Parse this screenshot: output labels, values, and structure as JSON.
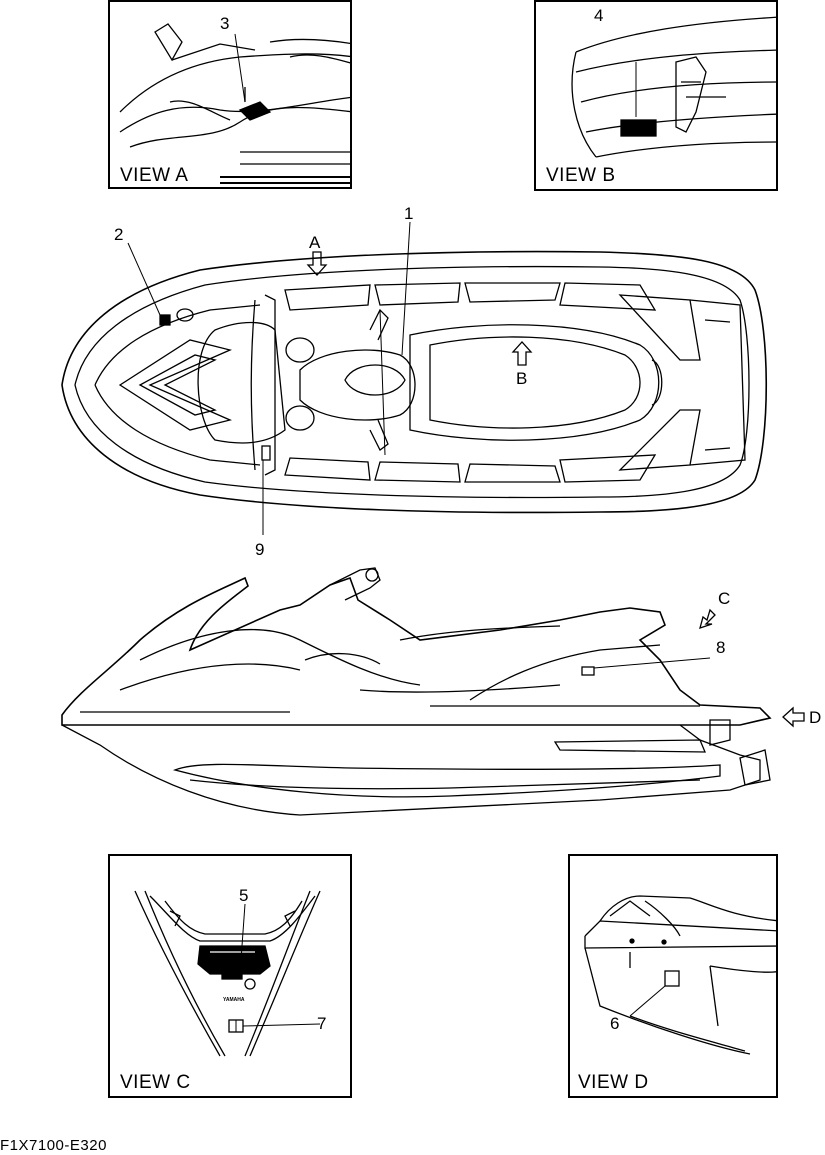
{
  "views": {
    "a": {
      "label": "VIEW A",
      "callout": "3"
    },
    "b": {
      "label": "VIEW B",
      "callout": "4"
    },
    "c": {
      "label": "VIEW C",
      "callouts": [
        "5",
        "7"
      ],
      "badge": "YAMAHA"
    },
    "d": {
      "label": "VIEW D",
      "callout": "6"
    }
  },
  "top_view": {
    "callouts": [
      "1",
      "2",
      "9"
    ],
    "arrow_a": "A",
    "arrow_b": "B"
  },
  "side_view": {
    "callout": "8",
    "arrow_c": "C",
    "arrow_d": "D"
  },
  "footer": {
    "code": "F1X7100-E320"
  }
}
